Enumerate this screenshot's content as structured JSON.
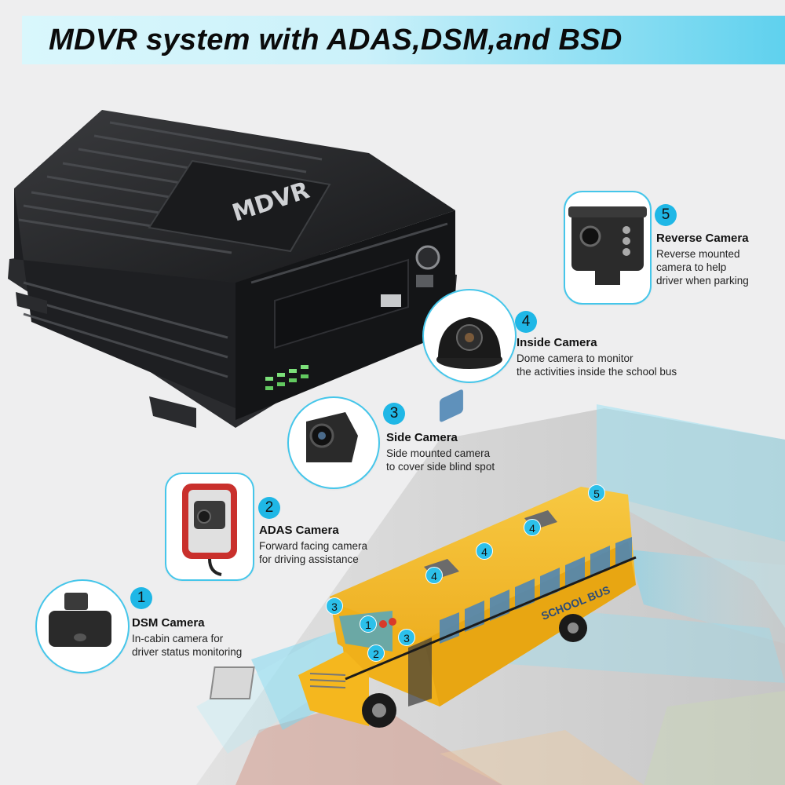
{
  "title": "MDVR system with ADAS,DSM,and BSD",
  "device_logo": "MDVR",
  "bus_side_text": "SCHOOL BUS",
  "cameras": [
    {
      "number": "1",
      "title": "DSM Camera",
      "lines": [
        "In-cabin camera for",
        "driver status monitoring"
      ]
    },
    {
      "number": "2",
      "title": "ADAS Camera",
      "lines": [
        "Forward facing camera",
        "for driving assistance"
      ]
    },
    {
      "number": "3",
      "title": "Side Camera",
      "lines": [
        "Side mounted camera",
        "to cover side blind spot"
      ]
    },
    {
      "number": "4",
      "title": "Inside Camera",
      "lines": [
        "Dome camera to monitor",
        "the activities inside the school bus"
      ]
    },
    {
      "number": "5",
      "title": "Reverse Camera",
      "lines": [
        "Reverse mounted",
        "camera to help",
        "driver when parking"
      ]
    }
  ],
  "bus_markers": [
    "3",
    "1",
    "3",
    "2",
    "4",
    "4",
    "4",
    "5"
  ],
  "colors": {
    "accent": "#1fb7e6",
    "bus_yellow": "#f2b51c",
    "device_black": "#1c1d1f"
  }
}
